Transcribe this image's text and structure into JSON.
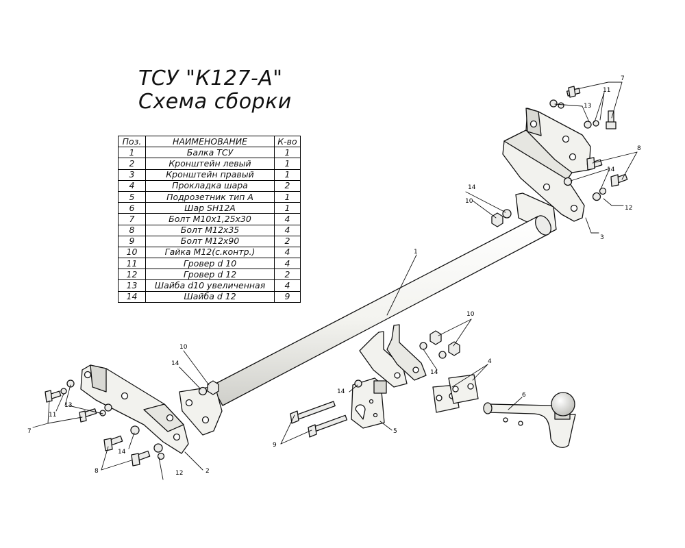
{
  "title": {
    "line1": "ТСУ \"К127-А\"",
    "line2": "Схема сборки"
  },
  "table": {
    "headers": [
      "Поз.",
      "НАИМЕНОВАНИЕ",
      "К-во"
    ],
    "rows": [
      [
        "1",
        "Балка ТСУ",
        "1"
      ],
      [
        "2",
        "Кронштейн левый",
        "1"
      ],
      [
        "3",
        "Кронштейн правый",
        "1"
      ],
      [
        "4",
        "Прокладка шара",
        "2"
      ],
      [
        "5",
        "Подрозетник тип А",
        "1"
      ],
      [
        "6",
        "Шар SH12A",
        "1"
      ],
      [
        "7",
        "Болт М10х1,25х30",
        "4"
      ],
      [
        "8",
        "Болт М12х35",
        "4"
      ],
      [
        "9",
        "Болт М12х90",
        "2"
      ],
      [
        "10",
        "Гайка М12(с.контр.)",
        "4"
      ],
      [
        "11",
        "Гровер d 10",
        "4"
      ],
      [
        "12",
        "Гровер d 12",
        "2"
      ],
      [
        "13",
        "Шайба d10 увеличенная",
        "4"
      ],
      [
        "14",
        "Шайба d 12",
        "9"
      ]
    ]
  },
  "callouts": {
    "c1": "1",
    "c2": "2",
    "c3": "3",
    "c4": "4",
    "c5": "5",
    "c6": "6",
    "c7_right": "7",
    "c7_left": "7",
    "c8_right": "8",
    "c8_left": "8",
    "c9": "9",
    "c10_right_bar": "10",
    "c10_left": "10",
    "c10_center": "10",
    "c11_right": "11",
    "c11_left": "11",
    "c12_right": "12",
    "c12_left": "12",
    "c13_right": "13",
    "c13_left": "13",
    "c14_right_bar": "14",
    "c14_right_bracket": "14",
    "c14_left_nut": "14",
    "c14_left_bolts": "14",
    "c14_center_plate": "14",
    "c14_center_spacer": "14"
  },
  "colors": {
    "line": "#111111",
    "part_fill": "#f2f2ee",
    "part_shade": "#d9d9d4",
    "background": "#ffffff"
  }
}
